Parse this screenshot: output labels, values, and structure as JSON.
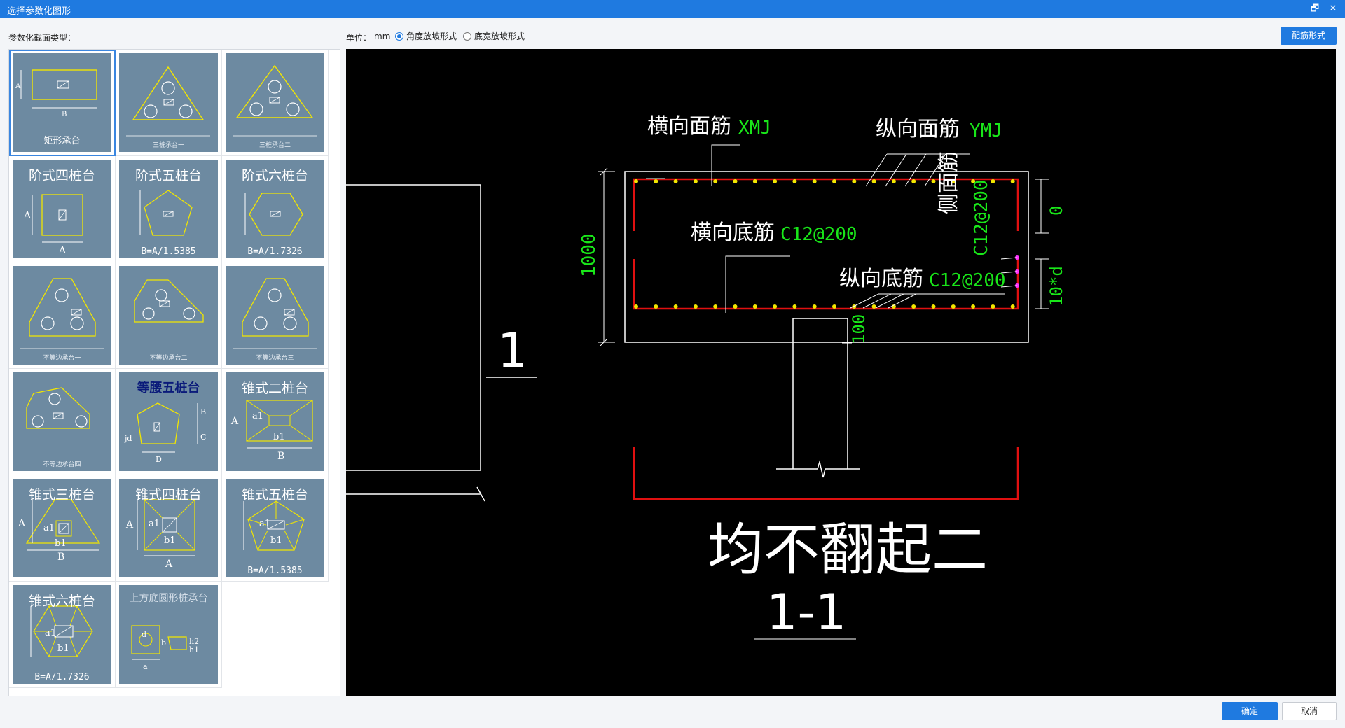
{
  "window": {
    "title": "选择参数化图形",
    "restore_glyph": "🗗",
    "close_glyph": "✕"
  },
  "toolbar": {
    "section_label": "参数化截面类型：",
    "unit_label": "单位：",
    "unit_value": "mm",
    "radio_angle": "角度放坡形式",
    "radio_width": "底宽放坡形式",
    "rebar_button": "配筋形式"
  },
  "shapes": [
    {
      "head": "",
      "sub": "矩形承台",
      "selected": true
    },
    {
      "head": "",
      "sub": "三桩承台一"
    },
    {
      "head": "",
      "sub": "三桩承台二"
    },
    {
      "head": "阶式四桩台",
      "sub": ""
    },
    {
      "head": "阶式五桩台",
      "sub": "B=A/1.5385"
    },
    {
      "head": "阶式六桩台",
      "sub": "B=A/1.7326"
    },
    {
      "head": "",
      "sub": "不等边承台一"
    },
    {
      "head": "",
      "sub": "不等边承台二"
    },
    {
      "head": "",
      "sub": "不等边承台三"
    },
    {
      "head": "",
      "sub": "不等边承台四"
    },
    {
      "head": "等腰五桩台",
      "sub": ""
    },
    {
      "head": "锥式二桩台",
      "sub": ""
    },
    {
      "head": "锥式三桩台",
      "sub": ""
    },
    {
      "head": "锥式四桩台",
      "sub": ""
    },
    {
      "head": "锥式五桩台",
      "sub": "B=A/1.5385"
    },
    {
      "head": "锥式六桩台",
      "sub": "B=A/1.7326"
    },
    {
      "head": "上方底圆形桩承台",
      "sub": ""
    }
  ],
  "thumb_labels": {
    "A": "A",
    "B": "B",
    "C": "C",
    "D": "D",
    "a": "a",
    "b": "b",
    "d": "d",
    "jd": "jd",
    "a1": "a1",
    "b1": "b1",
    "h1": "h1",
    "h2": "h2"
  },
  "drawing": {
    "xmj_label": "横向面筋",
    "xmj_code": "XMJ",
    "ymj_label": "纵向面筋",
    "ymj_code": "YMJ",
    "bottom_x_label": "横向底筋",
    "bottom_x_code": "C12@200",
    "bottom_y_label": "纵向底筋",
    "bottom_y_code": "C12@200",
    "side_label": "侧面筋",
    "side_code": "C12@200",
    "dim_height": "1000",
    "dim_zero": "0",
    "dim_10d": "10*d",
    "dim_100": "100",
    "section_mark": "1",
    "caption": "均不翻起二",
    "section_title": "1-1"
  },
  "footer": {
    "ok": "确定",
    "cancel": "取消"
  },
  "colors": {
    "accent": "#1f7ae0",
    "thumb_bg": "#6d8aa1",
    "cad_green": "#19e619",
    "cad_red": "#e01010",
    "cad_yellow": "#f2e600"
  }
}
